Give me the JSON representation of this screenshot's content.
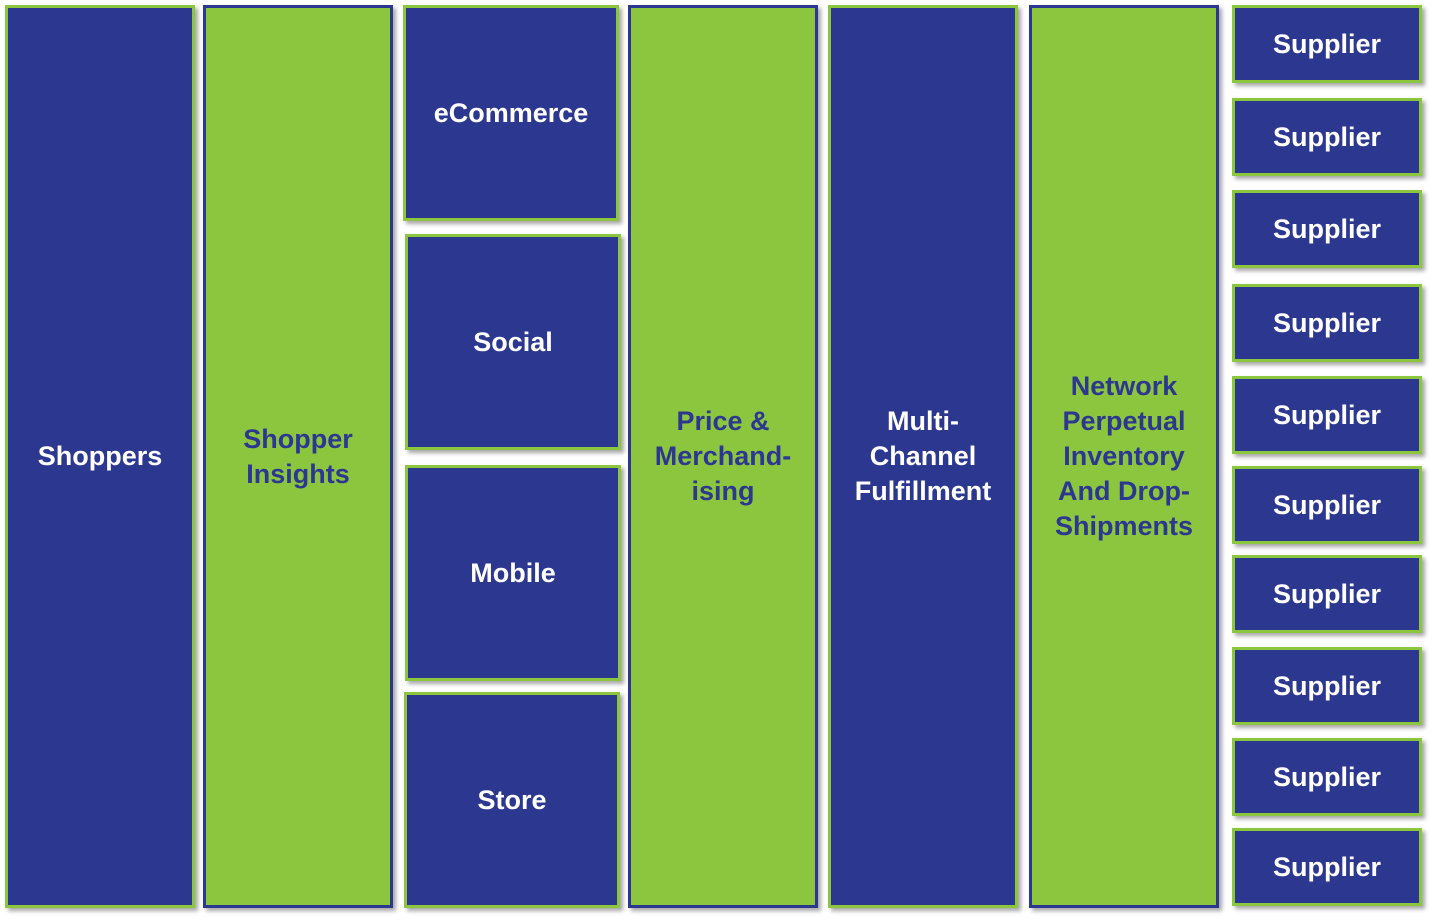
{
  "colors": {
    "navy": "#2c3790",
    "green": "#8cc63f"
  },
  "columns": {
    "shoppers": "Shoppers",
    "shopper_insights": "Shopper\nInsights",
    "channels": [
      "eCommerce",
      "Social",
      "Mobile",
      "Store"
    ],
    "price_merchandising": "Price &\nMerchand-\nising",
    "fulfillment": "Multi-\nChannel\nFulfillment",
    "network": "Network\nPerpetual\nInventory\nAnd Drop-\nShipments",
    "suppliers": [
      "Supplier",
      "Supplier",
      "Supplier",
      "Supplier",
      "Supplier",
      "Supplier",
      "Supplier",
      "Supplier",
      "Supplier",
      "Supplier"
    ]
  }
}
